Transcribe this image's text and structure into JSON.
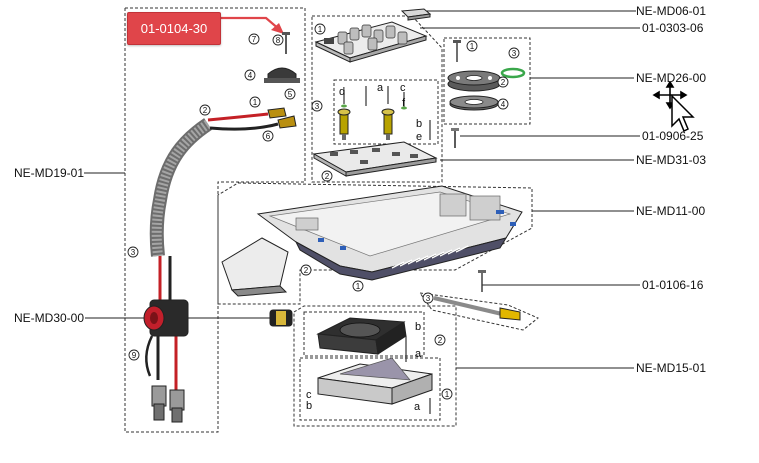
{
  "assemblies": {
    "md06": "NE-MD06-01",
    "p0303": "01-0303-06",
    "md26": "NE-MD26-00",
    "p0906": "01-0906-25",
    "md31": "NE-MD31-03",
    "md11": "NE-MD11-00",
    "p0106": "01-0106-16",
    "md15": "NE-MD15-01",
    "md19": "NE-MD19-01",
    "md30": "NE-MD30-00"
  },
  "highlight_tag": {
    "text": "01-0104-30",
    "color": "#e0454a"
  },
  "callouts": {
    "n1": "1",
    "n2": "2",
    "n3": "3",
    "n4": "4",
    "n5": "5",
    "n6": "6",
    "n7": "7",
    "n8": "8",
    "n9": "9"
  },
  "letters": {
    "a": "a",
    "b": "b",
    "c": "c",
    "d": "d",
    "e": "e",
    "f": "f"
  },
  "cursor": {
    "icon": "move-cursor-icon"
  }
}
